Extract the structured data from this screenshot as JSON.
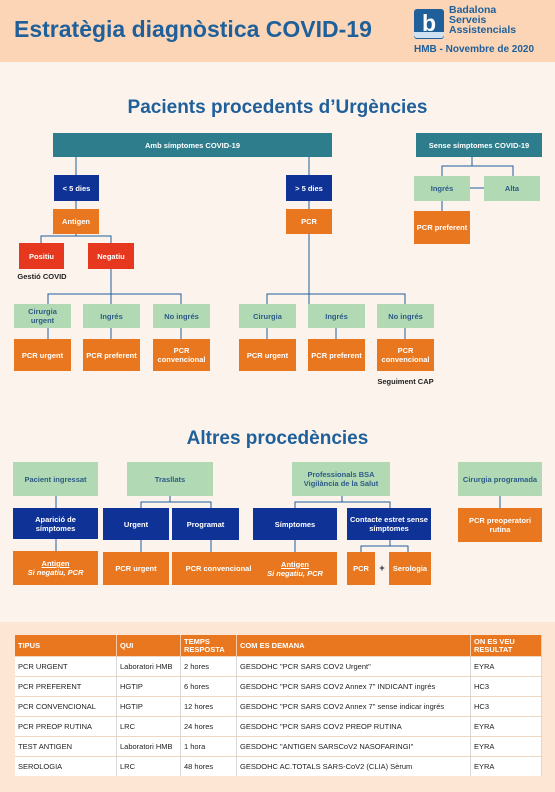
{
  "header": {
    "title": "Estratègia diagnòstica COVID-19",
    "logo_letter": "b",
    "logo_lines": [
      "Badalona",
      "Serveis",
      "Assistencials"
    ],
    "date": "HMB - Novembre de 2020"
  },
  "section1": {
    "title": "Pacients procedents d’Urgències",
    "with_symptoms": "Amb símptomes COVID-19",
    "without_symptoms": "Sense símptomes COVID-19",
    "lt5": "< 5 dies",
    "gt5": "> 5 dies",
    "antigen": "Antigen",
    "pcr": "PCR",
    "positive": "Positiu",
    "negative": "Negatiu",
    "gestio": "Gestió COVID",
    "left_dest": [
      {
        "label": "Cirurgia urgent",
        "result": "PCR urgent"
      },
      {
        "label": "Ingrés",
        "result": "PCR preferent"
      },
      {
        "label": "No ingrés",
        "result": "PCR convencional"
      }
    ],
    "mid_dest": [
      {
        "label": "Cirurgia",
        "result": "PCR urgent"
      },
      {
        "label": "Ingrés",
        "result": "PCR preferent"
      },
      {
        "label": "No ingrés",
        "result": "PCR convencional"
      }
    ],
    "seguiment": "Seguiment CAP",
    "ingres": "Ingrés",
    "alta": "Alta",
    "no_sym_result": "PCR preferent"
  },
  "section2": {
    "title": "Altres procedències",
    "pacient": "Pacient ingressat",
    "aparicio": "Aparició de símptomes",
    "antigen1_title": "Antigen",
    "antigen1_sub": "Si negatiu, PCR",
    "trasllats": "Trasllats",
    "urgent": "Urgent",
    "programat": "Programat",
    "pcr_urgent": "PCR urgent",
    "pcr_conv": "PCR convencional",
    "professionals": "Professionals BSA Vigilància de la Salut",
    "simptomes": "Símptomes",
    "contacte": "Contacte estret sense símptomes",
    "antigen2_title": "Antigen",
    "antigen2_sub": "Si negatiu, PCR",
    "pcr": "PCR",
    "plus": "+",
    "serologia": "Serologia",
    "cirurgia": "Cirurgia programada",
    "pcr_preop": "PCR preoperatori rutina"
  },
  "table": {
    "headers": [
      "TIPUS",
      "QUI",
      "TEMPS RESPOSTA",
      "COM ES DEMANA",
      "ON ES VEU RESULTAT"
    ],
    "rows": [
      [
        "PCR URGENT",
        "Laboratori HMB",
        "2 hores",
        "GESDOHC \"PCR SARS COV2 Urgent\"",
        "EYRA"
      ],
      [
        "PCR PREFERENT",
        "HGTIP",
        "6 hores",
        "GESDOHC \"PCR SARS COV2 Annex 7\" INDICANT ingrés",
        "HC3"
      ],
      [
        "PCR CONVENCIONAL",
        "HGTIP",
        "12 hores",
        "GESDOHC \"PCR SARS COV2 Annex 7\" sense indicar ingrés",
        "HC3"
      ],
      [
        "PCR PREOP RUTINA",
        "LRC",
        "24 hores",
        "GESDOHC \"PCR SARS COV2 PREOP RUTINA",
        "EYRA"
      ],
      [
        "TEST ANTIGEN",
        "Laboratori HMB",
        "1 hora",
        "GESDOHC \"ANTIGEN SARSCoV2 NASOFARINGI\"",
        "EYRA"
      ],
      [
        "SEROLOGIA",
        "LRC",
        " 48 hores",
        "GESDOHC AC.TOTALS SARS-CoV2 (CLIA) Sèrum",
        "EYRA"
      ]
    ]
  },
  "colors": {
    "teal": "#2e7d8c",
    "green": "#b1d9b4",
    "orange": "#e8771f",
    "navy": "#0f3297",
    "red": "#e5381f",
    "blue": "#1f5f9a"
  }
}
